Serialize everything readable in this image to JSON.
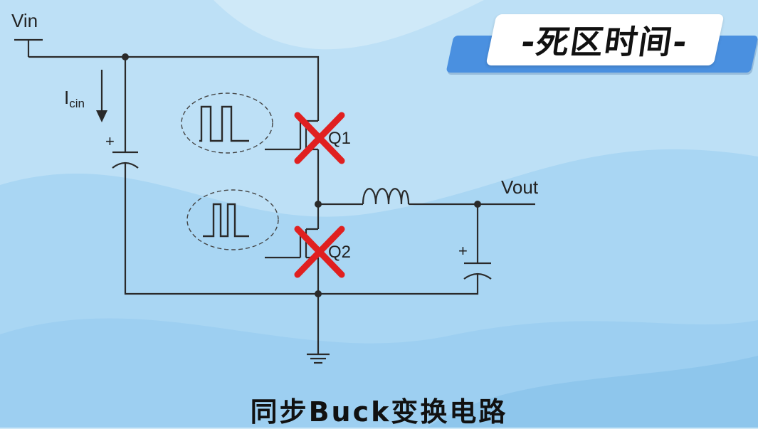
{
  "title": "-死区时间-",
  "caption": "同步Buck变换电路",
  "circuit": {
    "vin_label": "Vin",
    "icin_label_main": "I",
    "icin_label_sub": "cin",
    "q1_label": "Q1",
    "q2_label": "Q2",
    "vout_label": "Vout",
    "cap_plus_1": "+",
    "cap_plus_2": "+"
  },
  "colors": {
    "background": "#cfe9f8",
    "accent_blue": "#4a90e0",
    "x_mark": "#e02020",
    "wire": "#2a2a2a"
  },
  "icons": [
    "x-mark-icon",
    "ground-icon",
    "inductor-icon",
    "capacitor-icon",
    "mosfet-icon",
    "arrow-down-icon"
  ]
}
